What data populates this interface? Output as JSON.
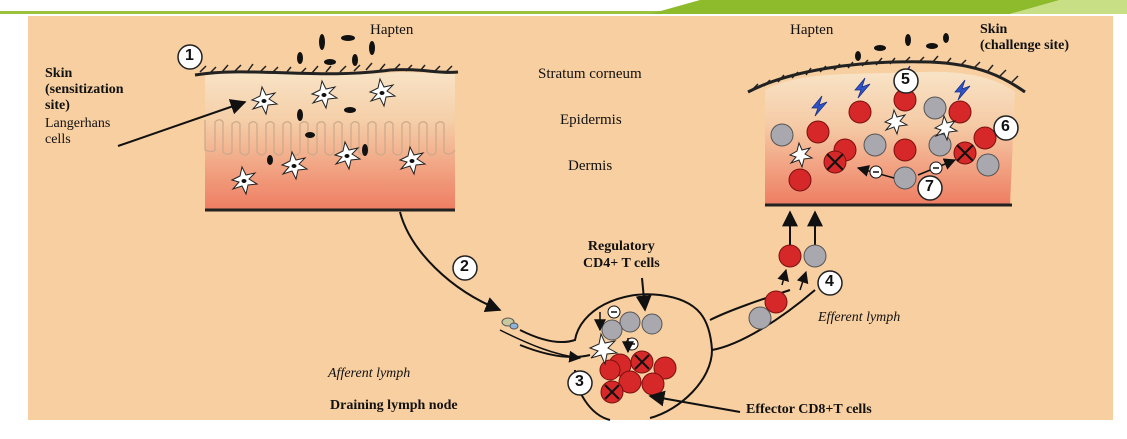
{
  "colors": {
    "background": "#f8cfa0",
    "skin_top": "#f8e3c3",
    "skin_bottom": "#ee7f64",
    "effector_red": "#d62828",
    "regulatory_gray": "#a8a8ae",
    "hapten_blue": "#2f54c9",
    "header_green": "#8dbb2c"
  },
  "labels": {
    "hapten_left": "Hapten",
    "hapten_right": "Hapten",
    "skin_sensitization": "Skin\n(sensitization\nsite)",
    "langerhans": "Langerhans\ncells",
    "stratum_corneum": "Stratum corneum",
    "epidermis": "Epidermis",
    "dermis": "Dermis",
    "skin_challenge": "Skin\n(challenge site)",
    "regulatory": "Regulatory\nCD4+ T cells",
    "afferent": "Afferent lymph",
    "efferent": "Efferent lymph",
    "draining": "Draining lymph node",
    "effector": "Effector CD8+T cells"
  },
  "steps": [
    "1",
    "2",
    "3",
    "4",
    "5",
    "6",
    "7"
  ]
}
